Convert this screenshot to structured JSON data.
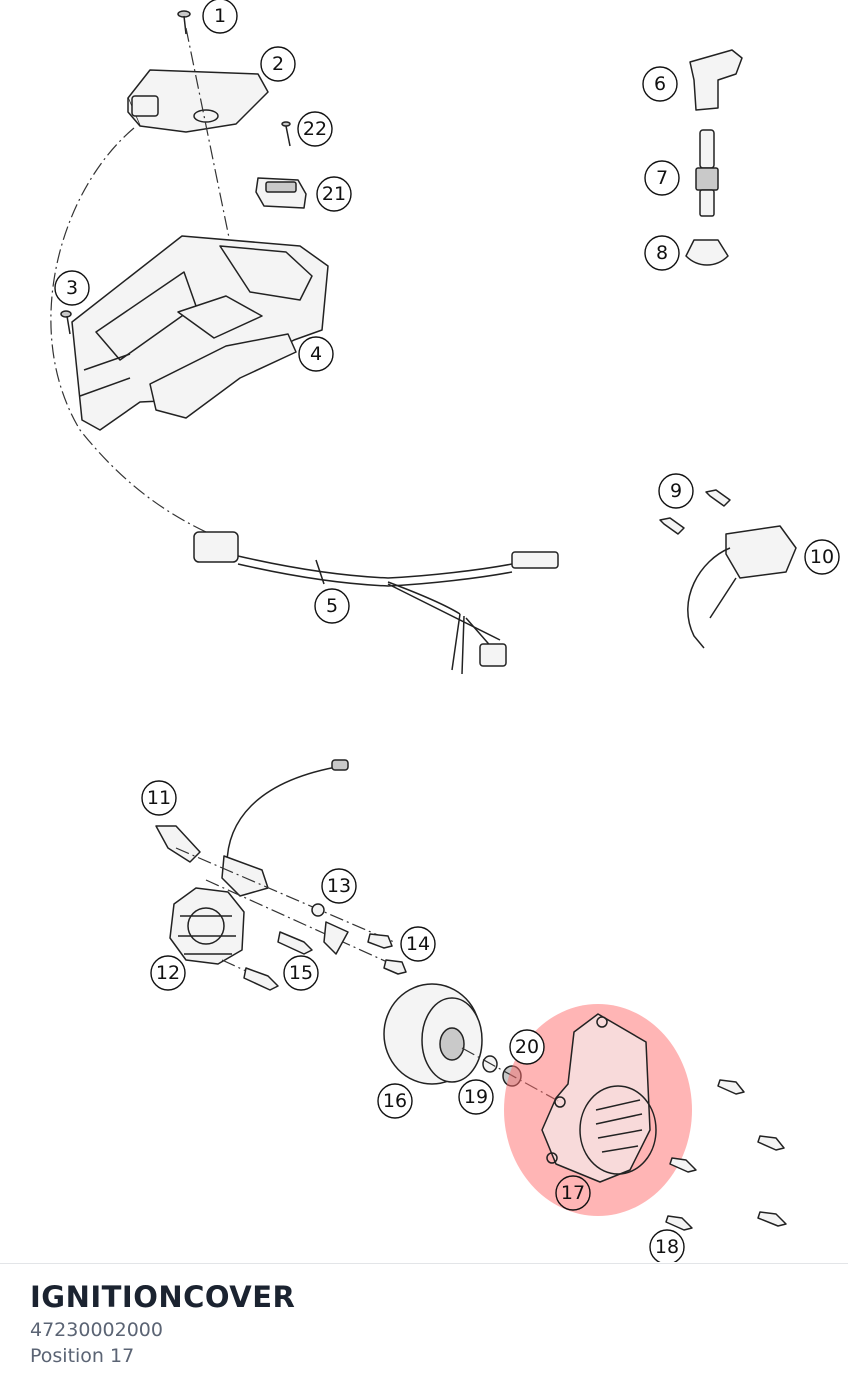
{
  "part": {
    "name": "IGNITIONCOVER",
    "number": "47230002000",
    "position_text": "Position 17"
  },
  "highlight": {
    "position": "17",
    "color": "#ff6b6b"
  },
  "callouts": [
    "1",
    "2",
    "3",
    "4",
    "5",
    "6",
    "7",
    "8",
    "9",
    "10",
    "11",
    "12",
    "13",
    "14",
    "15",
    "16",
    "17",
    "18",
    "19",
    "20",
    "21",
    "22"
  ]
}
